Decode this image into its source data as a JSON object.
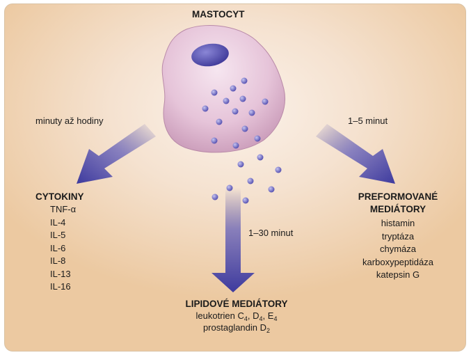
{
  "title": "MASTOCYT",
  "timings": {
    "left": "minuty až hodiny",
    "right": "1–5 minut",
    "bottom": "1–30 minut"
  },
  "cytokines": {
    "heading": "CYTOKINY",
    "items": [
      "TNF-α",
      "IL-4",
      "IL-5",
      "IL-6",
      "IL-8",
      "IL-13",
      "IL-16"
    ]
  },
  "preformed": {
    "heading_line1": "PREFORMOVANÉ",
    "heading_line2": "MEDIÁTORY",
    "items": [
      "histamin",
      "tryptáza",
      "chymáza",
      "karboxypeptidáza",
      "katepsin G"
    ]
  },
  "lipid": {
    "heading": "LIPIDOVÉ MEDIÁTORY",
    "leukotrien_prefix": "leukotrien C",
    "leukotrien_sub1": "4",
    "leukotrien_mid1": ", D",
    "leukotrien_sub2": "4",
    "leukotrien_mid2": ", E",
    "leukotrien_sub3": "4",
    "prostaglandin_prefix": "prostaglandin D",
    "prostaglandin_sub": "2"
  },
  "colors": {
    "arrow": "#3d3a9e",
    "cell": "#e6c4d9",
    "nucleus": "#4a44a8",
    "granule": "#6a66c4"
  }
}
